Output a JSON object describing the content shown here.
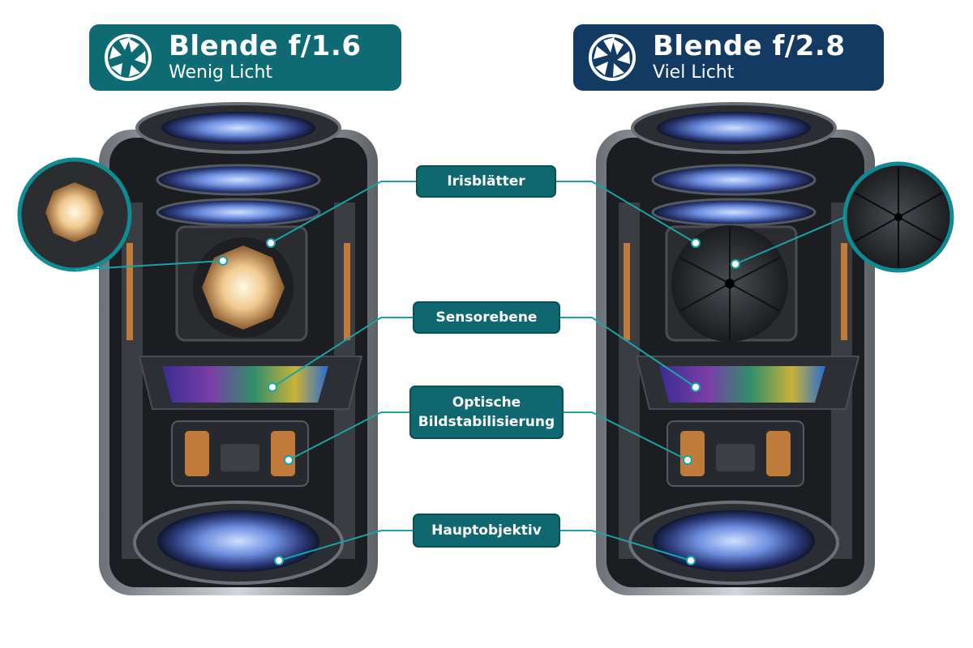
{
  "left_header": {
    "title": "Blende f/1.6",
    "subtitle": "Wenig Licht",
    "color": "#0e6a73",
    "icon": "aperture-icon"
  },
  "right_header": {
    "title": "Blende f/2.8",
    "subtitle": "Viel Licht",
    "color": "#133a63",
    "icon": "aperture-icon"
  },
  "callouts": {
    "iris": "Irisblätter",
    "sensor": "Sensorebene",
    "ois_line1": "Optische",
    "ois_line2": "Bildstabilisierung",
    "main_lens": "Hauptobjektiv"
  },
  "colors": {
    "callout_bg": "#0f6770",
    "leader_line": "#19a3a8",
    "housing": "#1b1d20",
    "metal": "#9aa0a6",
    "lens_glass": "#5b7fd6",
    "copper": "#c07a3a"
  }
}
